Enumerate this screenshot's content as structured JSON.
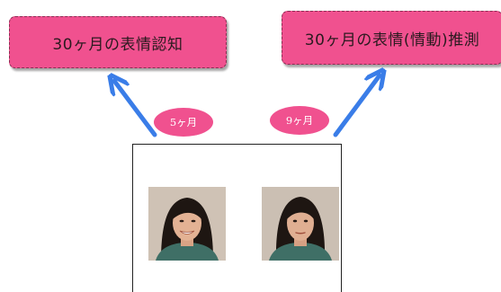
{
  "labels": {
    "left_box": "30ヶ月の表情認知",
    "right_box": "30ヶ月の表情(情動)推測",
    "left_badge": "5ヶ月",
    "right_badge": "9ヶ月"
  },
  "colors": {
    "box": "#f0518f",
    "badge": "#f0518f",
    "arrow": "#3a7de8"
  },
  "photos": {
    "left": "smiling-face",
    "right": "neutral-face"
  }
}
